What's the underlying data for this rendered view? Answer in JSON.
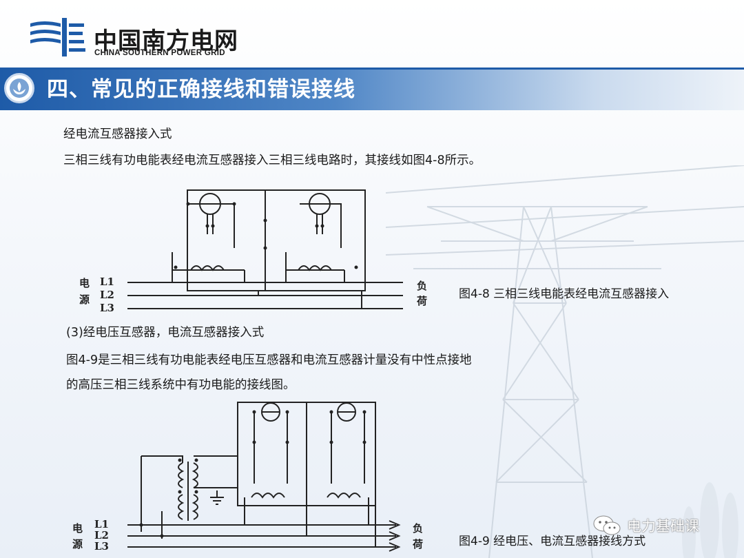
{
  "logo": {
    "cn": "中国南方电网",
    "en": "CHINA SOUTHERN POWER GRID"
  },
  "title": "四、常见的正确接线和错误接线",
  "paragraphs": {
    "p1": "经电流互感器接入式",
    "p2": "三相三线有功电能表经电流互感器接入三相三线电路时，其接线如图4-8所示。",
    "p3": "(3)经电压互感器，电流互感器接入式",
    "p4": "图4-9是三相三线有功电能表经电压互感器和电流互感器计量没有中性点接地",
    "p5": "的高压三相三线系统中有功电能的接线图。"
  },
  "diagrams": {
    "fig1": {
      "source_label_1": "电",
      "source_label_2": "源",
      "load_label_1": "负",
      "load_label_2": "荷",
      "lines": [
        "L1",
        "L2",
        "L3"
      ],
      "caption": "图4-8  三相三线电能表经电流互感器接入"
    },
    "fig2": {
      "source_label_1": "电",
      "source_label_2": "源",
      "load_label_1": "负",
      "load_label_2": "荷",
      "lines": [
        "L1",
        "L2",
        "L3"
      ],
      "caption": "图4-9  经电压、电流互感器接线方式"
    }
  },
  "watermark": {
    "icon": "wechat-icon",
    "text": "电力基础课"
  },
  "colors": {
    "brand_blue": "#1e5ba8",
    "title_text": "#ffffff"
  }
}
